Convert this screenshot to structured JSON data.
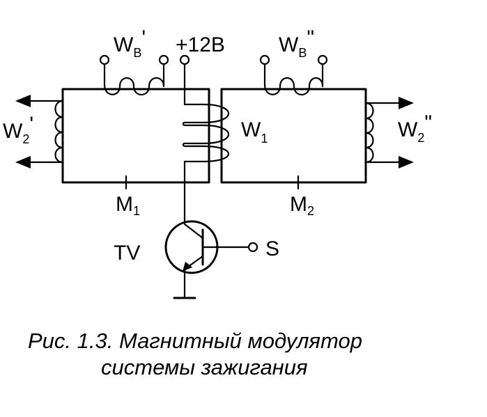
{
  "labels": {
    "wb1_main": "W",
    "wb1_sub": "B",
    "wb1_mark": "'",
    "wb2_main": "W",
    "wb2_sub": "B",
    "wb2_mark": "\"",
    "supply": "+12B",
    "w2l_main": "W",
    "w2l_sub": "2",
    "w2l_mark": "'",
    "w2r_main": "W",
    "w2r_sub": "2",
    "w2r_mark": "\"",
    "w1_main": "W",
    "w1_sub": "1",
    "m1_main": "M",
    "m1_sub": "1",
    "m2_main": "M",
    "m2_sub": "2",
    "transistor": "TV",
    "signal": "S"
  },
  "caption": {
    "line1": "Рис. 1.3. Магнитный модулятор",
    "line2": "системы зажигания"
  }
}
